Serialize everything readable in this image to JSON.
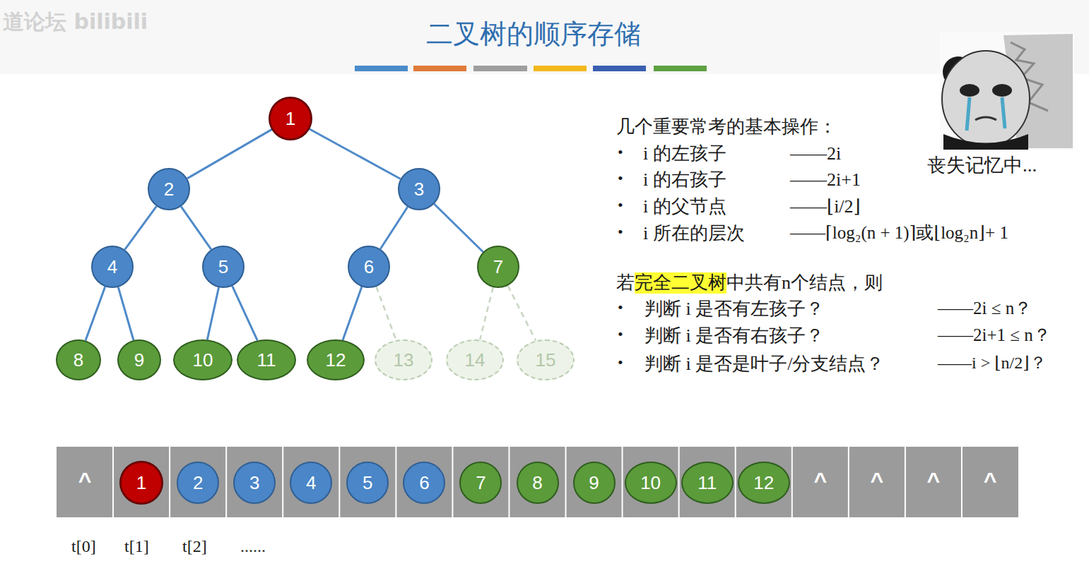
{
  "diagram": {
    "title": "二叉树的顺序存储",
    "nodes": [
      {
        "text": [
          "1"
        ]
      },
      {
        "text": [
          "2"
        ]
      },
      {
        "text": [
          "3"
        ]
      },
      {
        "text": [
          "4"
        ]
      },
      {
        "text": [
          "5"
        ]
      },
      {
        "text": [
          "6"
        ]
      },
      {
        "text": [
          "7"
        ]
      },
      {
        "text": [
          "8"
        ]
      },
      {
        "text": [
          "9"
        ]
      },
      {
        "text": [
          "10"
        ]
      },
      {
        "text": [
          "11"
        ]
      },
      {
        "text": [
          "12"
        ]
      },
      {
        "text": [
          "13"
        ]
      },
      {
        "text": [
          "14"
        ]
      },
      {
        "text": [
          "15"
        ]
      },
      {
        "text": [
          "^"
        ]
      },
      {
        "text": [
          "1"
        ]
      },
      {
        "text": [
          "2"
        ]
      },
      {
        "text": [
          "3"
        ]
      },
      {
        "text": [
          "4"
        ]
      },
      {
        "text": [
          "5"
        ]
      },
      {
        "text": [
          "6"
        ]
      },
      {
        "text": [
          "7"
        ]
      },
      {
        "text": [
          "8"
        ]
      },
      {
        "text": [
          "9"
        ]
      },
      {
        "text": [
          "10"
        ]
      },
      {
        "text": [
          "11"
        ]
      },
      {
        "text": [
          "12"
        ]
      },
      {
        "text": [
          "^"
        ]
      },
      {
        "text": [
          "^"
        ]
      },
      {
        "text": [
          "^"
        ]
      },
      {
        "text": [
          "^"
        ]
      }
    ],
    "edges": [
      {
        "from": 0,
        "to": 1,
        "arrow": "none"
      },
      {
        "from": 0,
        "to": 2,
        "arrow": "none"
      },
      {
        "from": 1,
        "to": 3,
        "arrow": "none"
      },
      {
        "from": 1,
        "to": 4,
        "arrow": "none"
      },
      {
        "from": 2,
        "to": 5,
        "arrow": "none"
      },
      {
        "from": 2,
        "to": 6,
        "arrow": "none"
      },
      {
        "from": 3,
        "to": 7,
        "arrow": "none"
      },
      {
        "from": 3,
        "to": 8,
        "arrow": "none"
      },
      {
        "from": 4,
        "to": 9,
        "arrow": "none"
      },
      {
        "from": 4,
        "to": 10,
        "arrow": "none"
      },
      {
        "from": 5,
        "to": 11,
        "arrow": "none"
      },
      {
        "from": 5,
        "to": 12,
        "arrow": "none"
      },
      {
        "from": 6,
        "to": 13,
        "arrow": "none"
      },
      {
        "from": 6,
        "to": 14,
        "arrow": "none"
      }
    ],
    "labels": [
      "道论坛 bilibili",
      "几个重要常考的基本操作：",
      "•",
      "i 的左孩子",
      "——2i",
      "•",
      "i 的右孩子",
      "——2i+1",
      "•",
      "i 的父节点",
      "——⌊i/2⌋",
      "•",
      "i 所在的层次",
      "——⌈log₂(n + 1)⌉或⌊log₂n⌋+ 1",
      "若",
      "完全二叉树",
      "中共有n个结点，则",
      "•",
      "判断 i 是否有左孩子？",
      "——2i ≤ n？",
      "•",
      "判断 i 是否有右孩子？",
      "——2i+1 ≤ n？",
      "•",
      "判断 i 是否是叶子/分支结点？",
      "——i > ⌊n/2⌋？",
      "丧失记忆中...",
      "t[0]",
      "t[1]",
      "t[2]",
      "......"
    ]
  }
}
